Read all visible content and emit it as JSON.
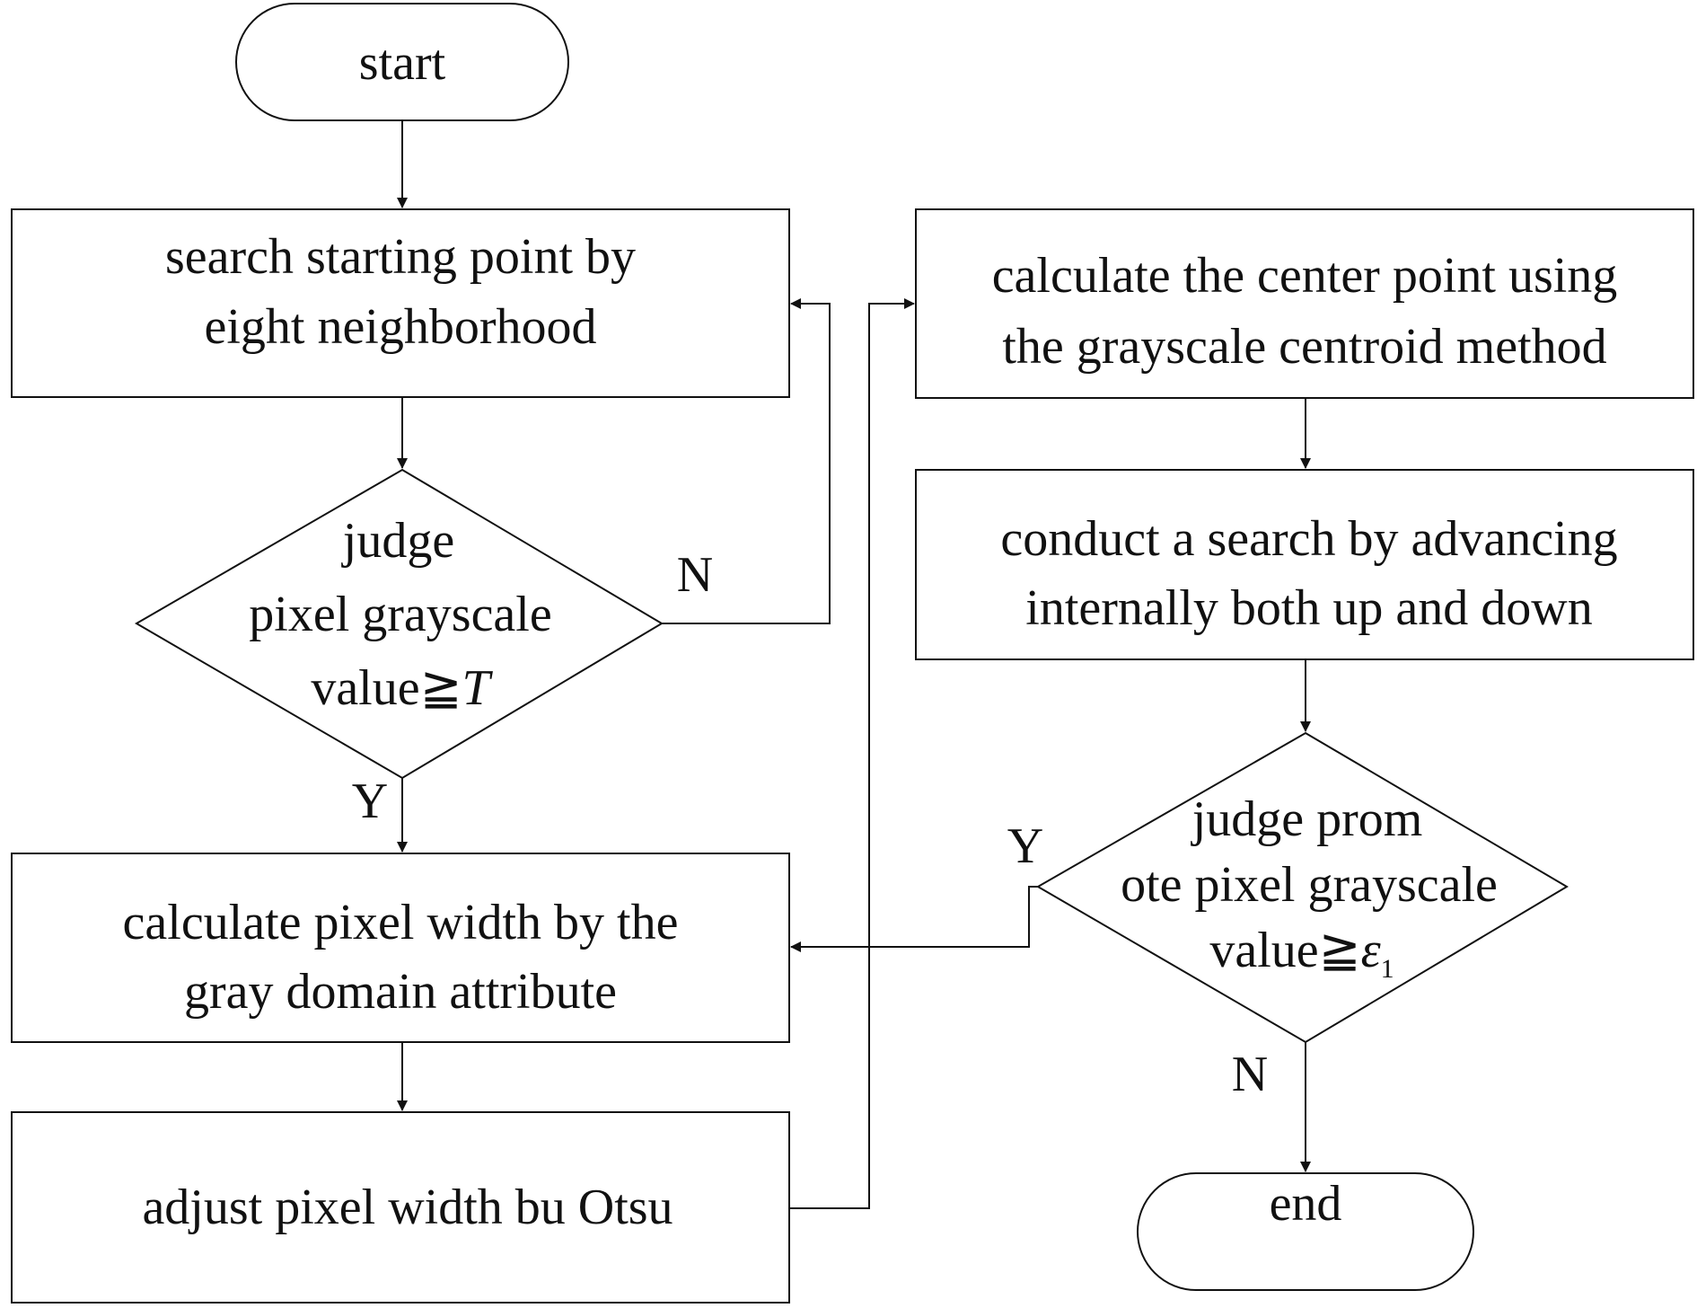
{
  "nodes": {
    "start": "start",
    "search_line1": "search starting point by",
    "search_line2": "eight neighborhood",
    "judge1_line1": "judge",
    "judge1_line2": "pixel grayscale",
    "judge1_line3_pre": "value",
    "judge1_line3_sym": "≧",
    "judge1_line3_var": "T",
    "width_line1": "calculate pixel width by the",
    "width_line2": "gray domain attribute",
    "otsu": "adjust pixel width bu Otsu",
    "centroid_line1": "calculate the center point using",
    "centroid_line2": "the grayscale centroid method",
    "advance_line1": "conduct a search by advancing",
    "advance_line2": "internally both up and down",
    "judge2_line1": "judge prom",
    "judge2_line2": "ote pixel grayscale",
    "judge2_line3_pre": "value",
    "judge2_line3_sym": "≧",
    "judge2_line3_var": "ε",
    "judge2_line3_sub": "1",
    "end": "end"
  },
  "edge_labels": {
    "judge1_no": "N",
    "judge1_yes": "Y",
    "judge2_yes": "Y",
    "judge2_no": "N"
  }
}
